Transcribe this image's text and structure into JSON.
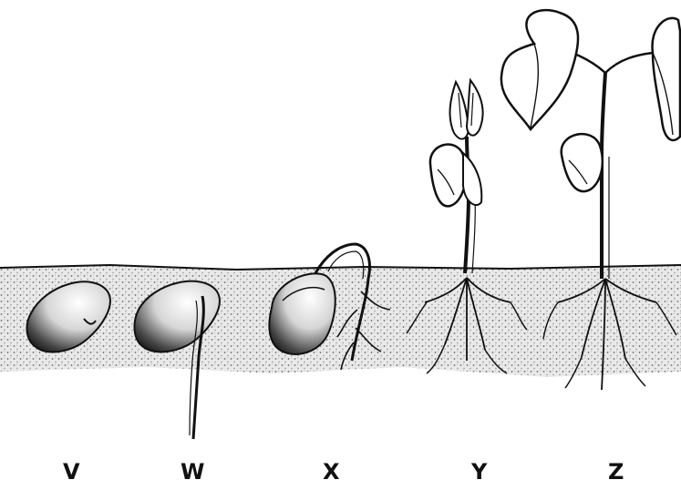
{
  "stages": [
    {
      "label": "V"
    },
    {
      "label": "W"
    },
    {
      "label": "X"
    },
    {
      "label": "Y"
    },
    {
      "label": "Z"
    }
  ],
  "colors": {
    "ink": "#111111",
    "soil_fill": "#cfcfcf",
    "background": "#ffffff"
  }
}
